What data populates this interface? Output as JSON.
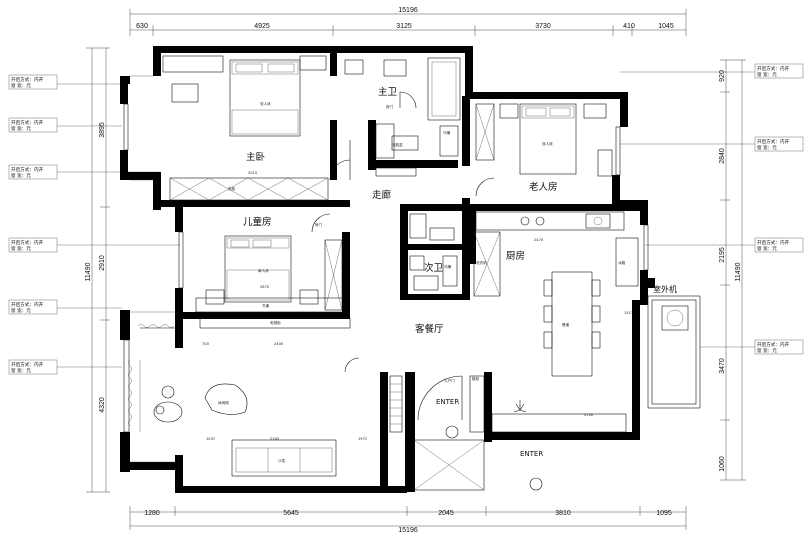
{
  "dimensions": {
    "top_total": "15196",
    "top_segments": [
      "630",
      "4925",
      "3125",
      "3730",
      "410",
      "1045"
    ],
    "bottom_total": "15196",
    "bottom_segments": [
      "1280",
      "5645",
      "2045",
      "3810",
      "1095"
    ],
    "left_total": "11490",
    "left_segments": [
      "3895",
      "2910",
      "4320"
    ],
    "right_total": "11490",
    "right_segments": [
      "920",
      "2840",
      "2195",
      "3470",
      "1060"
    ]
  },
  "rooms": {
    "master_bedroom": "主卧",
    "master_bath": "主卫",
    "corridor": "走廊",
    "elder_room": "老人房",
    "children_room": "儿童房",
    "kitchen": "厨房",
    "second_bath": "次卫",
    "living_dining": "客餐厅",
    "ac_unit": "室外机",
    "entry_1": "ENTER",
    "entry_2": "ENTER",
    "entry_door": "入户门"
  },
  "inner_labels": {
    "door": "房门",
    "master_bed": "双人床",
    "elder_bed": "双人床",
    "child_bed": "单人床",
    "wardrobe": "衣柜",
    "sofa": "沙发",
    "tv_cabinet": "电视柜",
    "dining_table": "餐桌",
    "fridge": "冰箱",
    "shoe_cabinet": "鞋柜",
    "washer": "洗衣机",
    "toilet": "马桶",
    "basin": "洗脸盆",
    "desk": "书桌",
    "lounge_chair": "休闲椅",
    "rail": "栏杆"
  },
  "inner_dims": {
    "master_bed_width": "2010",
    "child_bed_width": "2670",
    "kitchen_width": "2470",
    "kitchen_cabinet": "1511",
    "living_width_1": "2400",
    "living_width_2": "2745",
    "living_width_3": "1037",
    "living_width_4": "1972",
    "kitchen_bottom": "2130",
    "window_gap": "700"
  },
  "window_tags": [
    {
      "line1": "开启方式：内开",
      "line2": "窗  宽：元"
    },
    {
      "line1": "开启方式：内开",
      "line2": "窗  宽：元"
    },
    {
      "line1": "开启方式：内开",
      "line2": "窗  宽：元"
    },
    {
      "line1": "开启方式：内开",
      "line2": "窗  宽：元"
    },
    {
      "line1": "开启方式：内开",
      "line2": "窗  宽：元"
    },
    {
      "line1": "开启方式：内开",
      "line2": "窗  宽：元"
    },
    {
      "line1": "开启方式：内开",
      "line2": "窗  宽：元"
    },
    {
      "line1": "开启方式：内开",
      "line2": "窗  宽：元"
    },
    {
      "line1": "开启方式：内开",
      "line2": "窗  宽：元"
    },
    {
      "line1": "开启方式：内开",
      "line2": "窗  宽：元"
    }
  ]
}
